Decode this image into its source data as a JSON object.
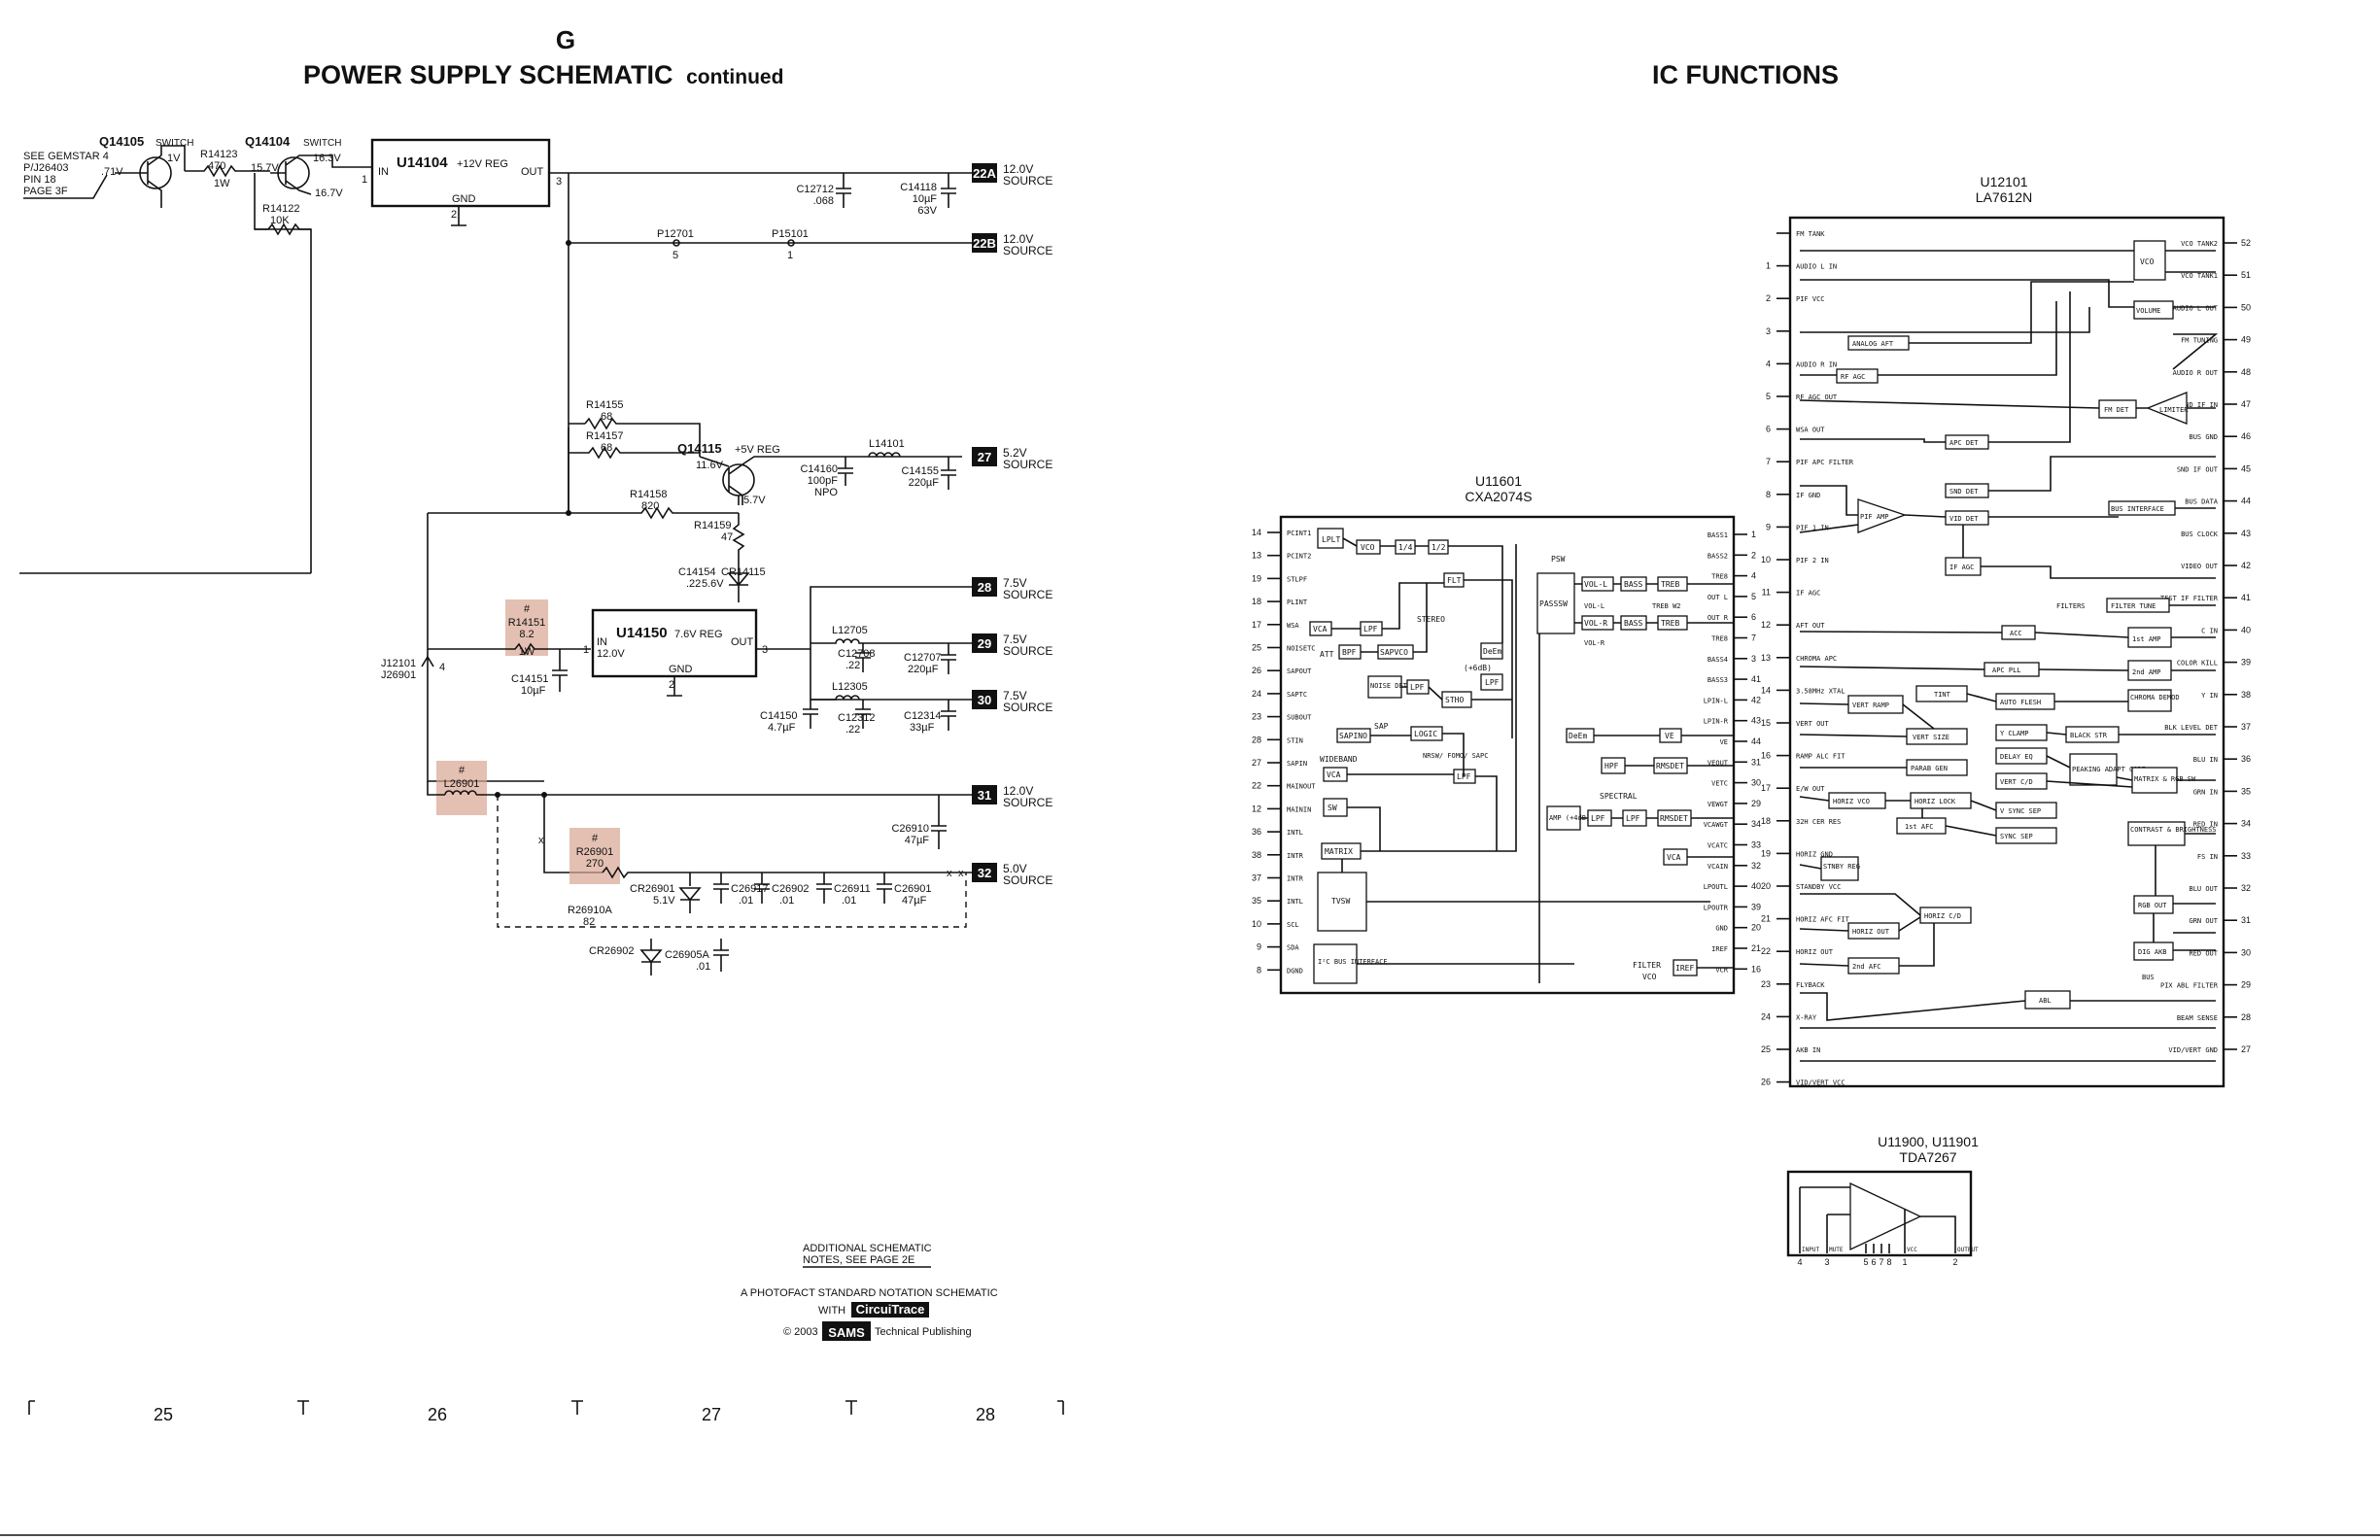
{
  "page": {
    "section_letter": "G",
    "left_title": "POWER SUPPLY SCHEMATIC",
    "left_title_suffix": "continued",
    "right_title": "IC FUNCTIONS"
  },
  "power_supply": {
    "gemstar_note": [
      "SEE GEMSTAR 4",
      "P/J26403",
      "PIN 18",
      "PAGE 3F"
    ],
    "q14105": {
      "ref": "Q14105",
      "role": "SWITCH",
      "v_in": ".71V",
      "v_c": "1V"
    },
    "q14104": {
      "ref": "Q14104",
      "role": "SWITCH",
      "v_b": "15.7V",
      "v_c": "16.3V",
      "v_e": "16.7V"
    },
    "r14123": {
      "ref": "R14123",
      "value": "470",
      "rating": "1W"
    },
    "r14122": {
      "ref": "R14122",
      "value": "10K"
    },
    "u14104": {
      "ref": "U14104",
      "desc": "+12V REG",
      "in": "IN",
      "out": "OUT",
      "gnd": "GND",
      "pin_in": "1",
      "pin_out": "3",
      "pin_gnd": "2"
    },
    "c12712": {
      "ref": "C12712",
      "value": ".068"
    },
    "c14118": {
      "ref": "C14118",
      "value": "10µF",
      "rating": "63V"
    },
    "p12701": {
      "ref": "P12701",
      "pin": "5"
    },
    "p15101": {
      "ref": "P15101",
      "pin": "1"
    },
    "r14155": {
      "ref": "R14155",
      "value": "68"
    },
    "r14157": {
      "ref": "R14157",
      "value": "68"
    },
    "r14158": {
      "ref": "R14158",
      "value": "820"
    },
    "r14159": {
      "ref": "R14159",
      "value": "47"
    },
    "q14115": {
      "ref": "Q14115",
      "desc": "+5V REG",
      "v_c": "11.6V",
      "v_e": "5.7V"
    },
    "c14160": {
      "ref": "C14160",
      "value": "100pF",
      "type": "NPO"
    },
    "l14101": {
      "ref": "L14101"
    },
    "c14155": {
      "ref": "C14155",
      "value": "220µF"
    },
    "c14154": {
      "ref": "C14154",
      "value": ".22"
    },
    "cr14115": {
      "ref": "CR14115",
      "value": "5.6V"
    },
    "r14151": {
      "ref": "R14151",
      "value": "8.2",
      "rating": "1W",
      "mark": "#"
    },
    "c14151": {
      "ref": "C14151",
      "value": "10µF"
    },
    "u14150": {
      "ref": "U14150",
      "desc": "7.6V REG",
      "in": "IN",
      "out": "OUT",
      "gnd": "GND",
      "v_in": "12.0V",
      "pin_in": "1",
      "pin_out": "3",
      "pin_gnd": "2"
    },
    "l12705": {
      "ref": "L12705"
    },
    "c12708": {
      "ref": "C12708",
      "value": ".22"
    },
    "c12707": {
      "ref": "C12707",
      "value": "220µF"
    },
    "l12305": {
      "ref": "L12305"
    },
    "c12312": {
      "ref": "C12312",
      "value": ".22"
    },
    "c12314": {
      "ref": "C12314",
      "value": "33µF"
    },
    "c14150": {
      "ref": "C14150",
      "value": "4.7µF"
    },
    "j12101": {
      "ref1": "J12101",
      "ref2": "J26901",
      "pin": "4"
    },
    "l26901": {
      "ref": "L26901",
      "mark": "#"
    },
    "r26901": {
      "ref": "R26901",
      "value": "270",
      "mark": "#"
    },
    "r26910a": {
      "ref": "R26910A",
      "value": "82"
    },
    "cr26901": {
      "ref": "CR26901",
      "value": "5.1V"
    },
    "c26917": {
      "ref": "C26917",
      "value": ".01"
    },
    "c26902": {
      "ref": "C26902",
      "value": ".01"
    },
    "c26911": {
      "ref": "C26911",
      "value": ".01"
    },
    "c26901": {
      "ref": "C26901",
      "value": "47µF"
    },
    "c26910": {
      "ref": "C26910",
      "value": "47µF"
    },
    "cr26902": {
      "ref": "CR26902"
    },
    "c26905a": {
      "ref": "C26905A",
      "value": ".01"
    },
    "x_mark": "x",
    "sources": [
      {
        "tag": "22A",
        "volts": "12.0V",
        "label": "SOURCE"
      },
      {
        "tag": "22B",
        "volts": "12.0V",
        "label": "SOURCE"
      },
      {
        "tag": "27",
        "volts": "5.2V",
        "label": "SOURCE"
      },
      {
        "tag": "28",
        "volts": "7.5V",
        "label": "SOURCE"
      },
      {
        "tag": "29",
        "volts": "7.5V",
        "label": "SOURCE"
      },
      {
        "tag": "30",
        "volts": "7.5V",
        "label": "SOURCE"
      },
      {
        "tag": "31",
        "volts": "12.0V",
        "label": "SOURCE"
      },
      {
        "tag": "32",
        "volts": "5.0V",
        "label": "SOURCE"
      }
    ]
  },
  "footer": {
    "notes": [
      "ADDITIONAL SCHEMATIC",
      "NOTES, SEE PAGE 2E"
    ],
    "photofact": "A PHOTOFACT STANDARD NOTATION SCHEMATIC",
    "with": "WITH",
    "circuitrace": "CircuiTrace",
    "copyright": "© 2003",
    "sams": "SAMS",
    "publisher": "Technical Publishing",
    "ruler": [
      "25",
      "26",
      "27",
      "28"
    ]
  },
  "u11601": {
    "ref": "U11601",
    "part": "CXA2074S",
    "left_pins": [
      {
        "n": "14",
        "label": "PCINT1"
      },
      {
        "n": "13",
        "label": "PCINT2"
      },
      {
        "n": "19",
        "label": "STLPF"
      },
      {
        "n": "18",
        "label": "PLINT"
      },
      {
        "n": "17",
        "label": "WSA"
      },
      {
        "n": "25",
        "label": "NOISETC"
      },
      {
        "n": "26",
        "label": "SAPOUT"
      },
      {
        "n": "24",
        "label": "SAPTC"
      },
      {
        "n": "23",
        "label": "SUBOUT"
      },
      {
        "n": "28",
        "label": "STIN"
      },
      {
        "n": "27",
        "label": "SAPIN"
      },
      {
        "n": "22",
        "label": "MAINOUT"
      },
      {
        "n": "12",
        "label": "MAININ"
      },
      {
        "n": "36",
        "label": "INTL"
      },
      {
        "n": "38",
        "label": "INTR"
      },
      {
        "n": "37",
        "label": "INTR"
      },
      {
        "n": "35",
        "label": "INTL"
      },
      {
        "n": "10",
        "label": "SCL"
      },
      {
        "n": "9",
        "label": "SDA"
      },
      {
        "n": "8",
        "label": "DGND"
      }
    ],
    "right_pins": [
      {
        "n": "1",
        "label": "BASS1"
      },
      {
        "n": "2",
        "label": "BASS2"
      },
      {
        "n": "4",
        "label": "TRE8"
      },
      {
        "n": "5",
        "label": "OUT L"
      },
      {
        "n": "6",
        "label": "OUT R"
      },
      {
        "n": "7",
        "label": "TRE8"
      },
      {
        "n": "3",
        "label": "BASS4"
      },
      {
        "n": "41",
        "label": "BASS3"
      },
      {
        "n": "42",
        "label": "LPIN-L"
      },
      {
        "n": "43",
        "label": "LPIN-R"
      },
      {
        "n": "44",
        "label": "VE"
      },
      {
        "n": "31",
        "label": "VEOUT"
      },
      {
        "n": "30",
        "label": "VETC"
      },
      {
        "n": "29",
        "label": "VEWGT"
      },
      {
        "n": "34",
        "label": "VCAWGT"
      },
      {
        "n": "33",
        "label": "VCATC"
      },
      {
        "n": "32",
        "label": "VCAIN"
      },
      {
        "n": "40",
        "label": "LPOUTL"
      },
      {
        "n": "39",
        "label": "LPOUTR"
      },
      {
        "n": "20",
        "label": "GND"
      },
      {
        "n": "21",
        "label": "IREF"
      },
      {
        "n": "16",
        "label": "VCR"
      }
    ],
    "blocks": [
      "LPLT",
      "VCO",
      "1/4",
      "1/2",
      "FLT",
      "STEREO",
      "DeEm",
      "(+6dB)",
      "LPF",
      "VCA",
      "LPF",
      "BPF",
      "SAPVCO",
      "NOISE DET",
      "LPF",
      "STHO",
      "SAPINO",
      "SAP",
      "LOGIC",
      "WIDEBAND",
      "NRSW/ FOMO/ SAPC",
      "VCA",
      "LPF",
      "SW",
      "MATRIX",
      "TVSW",
      "I²C BUS INTERFACE",
      "PSW",
      "PASSSW",
      "VOL-L",
      "VOL-L",
      "VOL-R",
      "VOL-R",
      "BASS",
      "BASS",
      "TREB",
      "TREB",
      "TREB W2",
      "DeEm",
      "VE",
      "HPF",
      "RMSDET",
      "SPECTRAL",
      "AMP (+4dB)",
      "LPF",
      "LPF",
      "RMSDET",
      "VCA",
      "IREF",
      "ATT"
    ],
    "filter_label": "FILTER",
    "vco_label": "VCO"
  },
  "u12101": {
    "ref": "U12101",
    "part": "LA7612N",
    "left_pins": [
      {
        "n": "",
        "label": "FM TANK"
      },
      {
        "n": "1",
        "label": "AUDIO L IN"
      },
      {
        "n": "2",
        "label": "PIF VCC"
      },
      {
        "n": "3",
        "label": ""
      },
      {
        "n": "4",
        "label": "AUDIO R IN"
      },
      {
        "n": "5",
        "label": "RF AGC OUT"
      },
      {
        "n": "6",
        "label": "WSA OUT"
      },
      {
        "n": "7",
        "label": "PIF APC FILTER"
      },
      {
        "n": "8",
        "label": "IF GND"
      },
      {
        "n": "9",
        "label": "PIF 1 IN"
      },
      {
        "n": "10",
        "label": "PIF 2 IN"
      },
      {
        "n": "11",
        "label": "IF AGC"
      },
      {
        "n": "12",
        "label": "AFT OUT"
      },
      {
        "n": "13",
        "label": "CHROMA APC"
      },
      {
        "n": "14",
        "label": "3.58MHz XTAL"
      },
      {
        "n": "15",
        "label": "VERT OUT"
      },
      {
        "n": "16",
        "label": "RAMP ALC FIT"
      },
      {
        "n": "17",
        "label": "E/W OUT"
      },
      {
        "n": "18",
        "label": "32H CER RES"
      },
      {
        "n": "19",
        "label": "HORIZ GND"
      },
      {
        "n": "20",
        "label": "STANDBY VCC"
      },
      {
        "n": "21",
        "label": "HORIZ AFC FIT"
      },
      {
        "n": "22",
        "label": "HORIZ OUT"
      },
      {
        "n": "23",
        "label": "FLYBACK"
      },
      {
        "n": "24",
        "label": "X-RAY"
      },
      {
        "n": "25",
        "label": "AKB IN"
      },
      {
        "n": "26",
        "label": "VID/VERT VCC"
      }
    ],
    "right_pins": [
      {
        "n": "52",
        "label": "VCO TANK2"
      },
      {
        "n": "51",
        "label": "VCO TANK1"
      },
      {
        "n": "50",
        "label": "AUDIO L OUT"
      },
      {
        "n": "49",
        "label": "FM TUNING"
      },
      {
        "n": "48",
        "label": "AUDIO R OUT"
      },
      {
        "n": "47",
        "label": "SND IF IN"
      },
      {
        "n": "46",
        "label": "BUS GND"
      },
      {
        "n": "45",
        "label": "SND IF OUT"
      },
      {
        "n": "44",
        "label": "BUS DATA"
      },
      {
        "n": "43",
        "label": "BUS CLOCK"
      },
      {
        "n": "42",
        "label": "VIDEO OUT"
      },
      {
        "n": "41",
        "label": "TEST IF FILTER"
      },
      {
        "n": "40",
        "label": "C IN"
      },
      {
        "n": "39",
        "label": "COLOR KILL"
      },
      {
        "n": "38",
        "label": "Y IN"
      },
      {
        "n": "37",
        "label": "BLK LEVEL DET"
      },
      {
        "n": "36",
        "label": "BLU IN"
      },
      {
        "n": "35",
        "label": "GRN IN"
      },
      {
        "n": "34",
        "label": "RED IN"
      },
      {
        "n": "33",
        "label": "FS IN"
      },
      {
        "n": "32",
        "label": "BLU OUT"
      },
      {
        "n": "31",
        "label": "GRN OUT"
      },
      {
        "n": "30",
        "label": "RED OUT"
      },
      {
        "n": "29",
        "label": "PIX ABL FILTER"
      },
      {
        "n": "28",
        "label": "BEAM SENSE"
      },
      {
        "n": "27",
        "label": "VID/VERT GND"
      }
    ],
    "blocks": [
      "VCO",
      "VOLUME",
      "ANALOG AFT",
      "RF AGC",
      "FM DET",
      "LIMITER",
      "APC DET",
      "SND DET",
      "PIF AMP",
      "VID DET",
      "IF AGC",
      "BUS INTERFACE",
      "FILTER TUNE",
      "ACC",
      "1st AMP",
      "APC PLL",
      "2nd AMP",
      "TINT",
      "CHROMA DEMOD",
      "VERT RAMP",
      "AUTO FLESH",
      "Y CLAMP",
      "BLACK STR",
      "VERT SIZE",
      "DELAY EQ",
      "PEAKING ADAPT CORE",
      "PARAB GEN",
      "VERT C/D",
      "MATRIX & RGB SW",
      "HORIZ VCO",
      "HORIZ LOCK",
      "1st AFC",
      "V SYNC SEP",
      "CONTRAST & BRIGHTNESS",
      "SYNC SEP",
      "STNBY REG",
      "HORIZ C/D",
      "RGB OUT",
      "HORIZ OUT",
      "2nd AFC",
      "DIG AKB",
      "ABL"
    ],
    "filters_label": "FILTERS",
    "bus_label": "BUS"
  },
  "u11900": {
    "ref": "U11900, U11901",
    "part": "TDA7267",
    "pins": [
      {
        "n": "4",
        "label": "INPUT"
      },
      {
        "n": "3",
        "label": "MUTE"
      },
      {
        "n": "5",
        "label": ""
      },
      {
        "n": "6",
        "label": ""
      },
      {
        "n": "7",
        "label": ""
      },
      {
        "n": "8",
        "label": ""
      },
      {
        "n": "1",
        "label": "VCC"
      },
      {
        "n": "2",
        "label": "OUTPUT"
      }
    ]
  }
}
